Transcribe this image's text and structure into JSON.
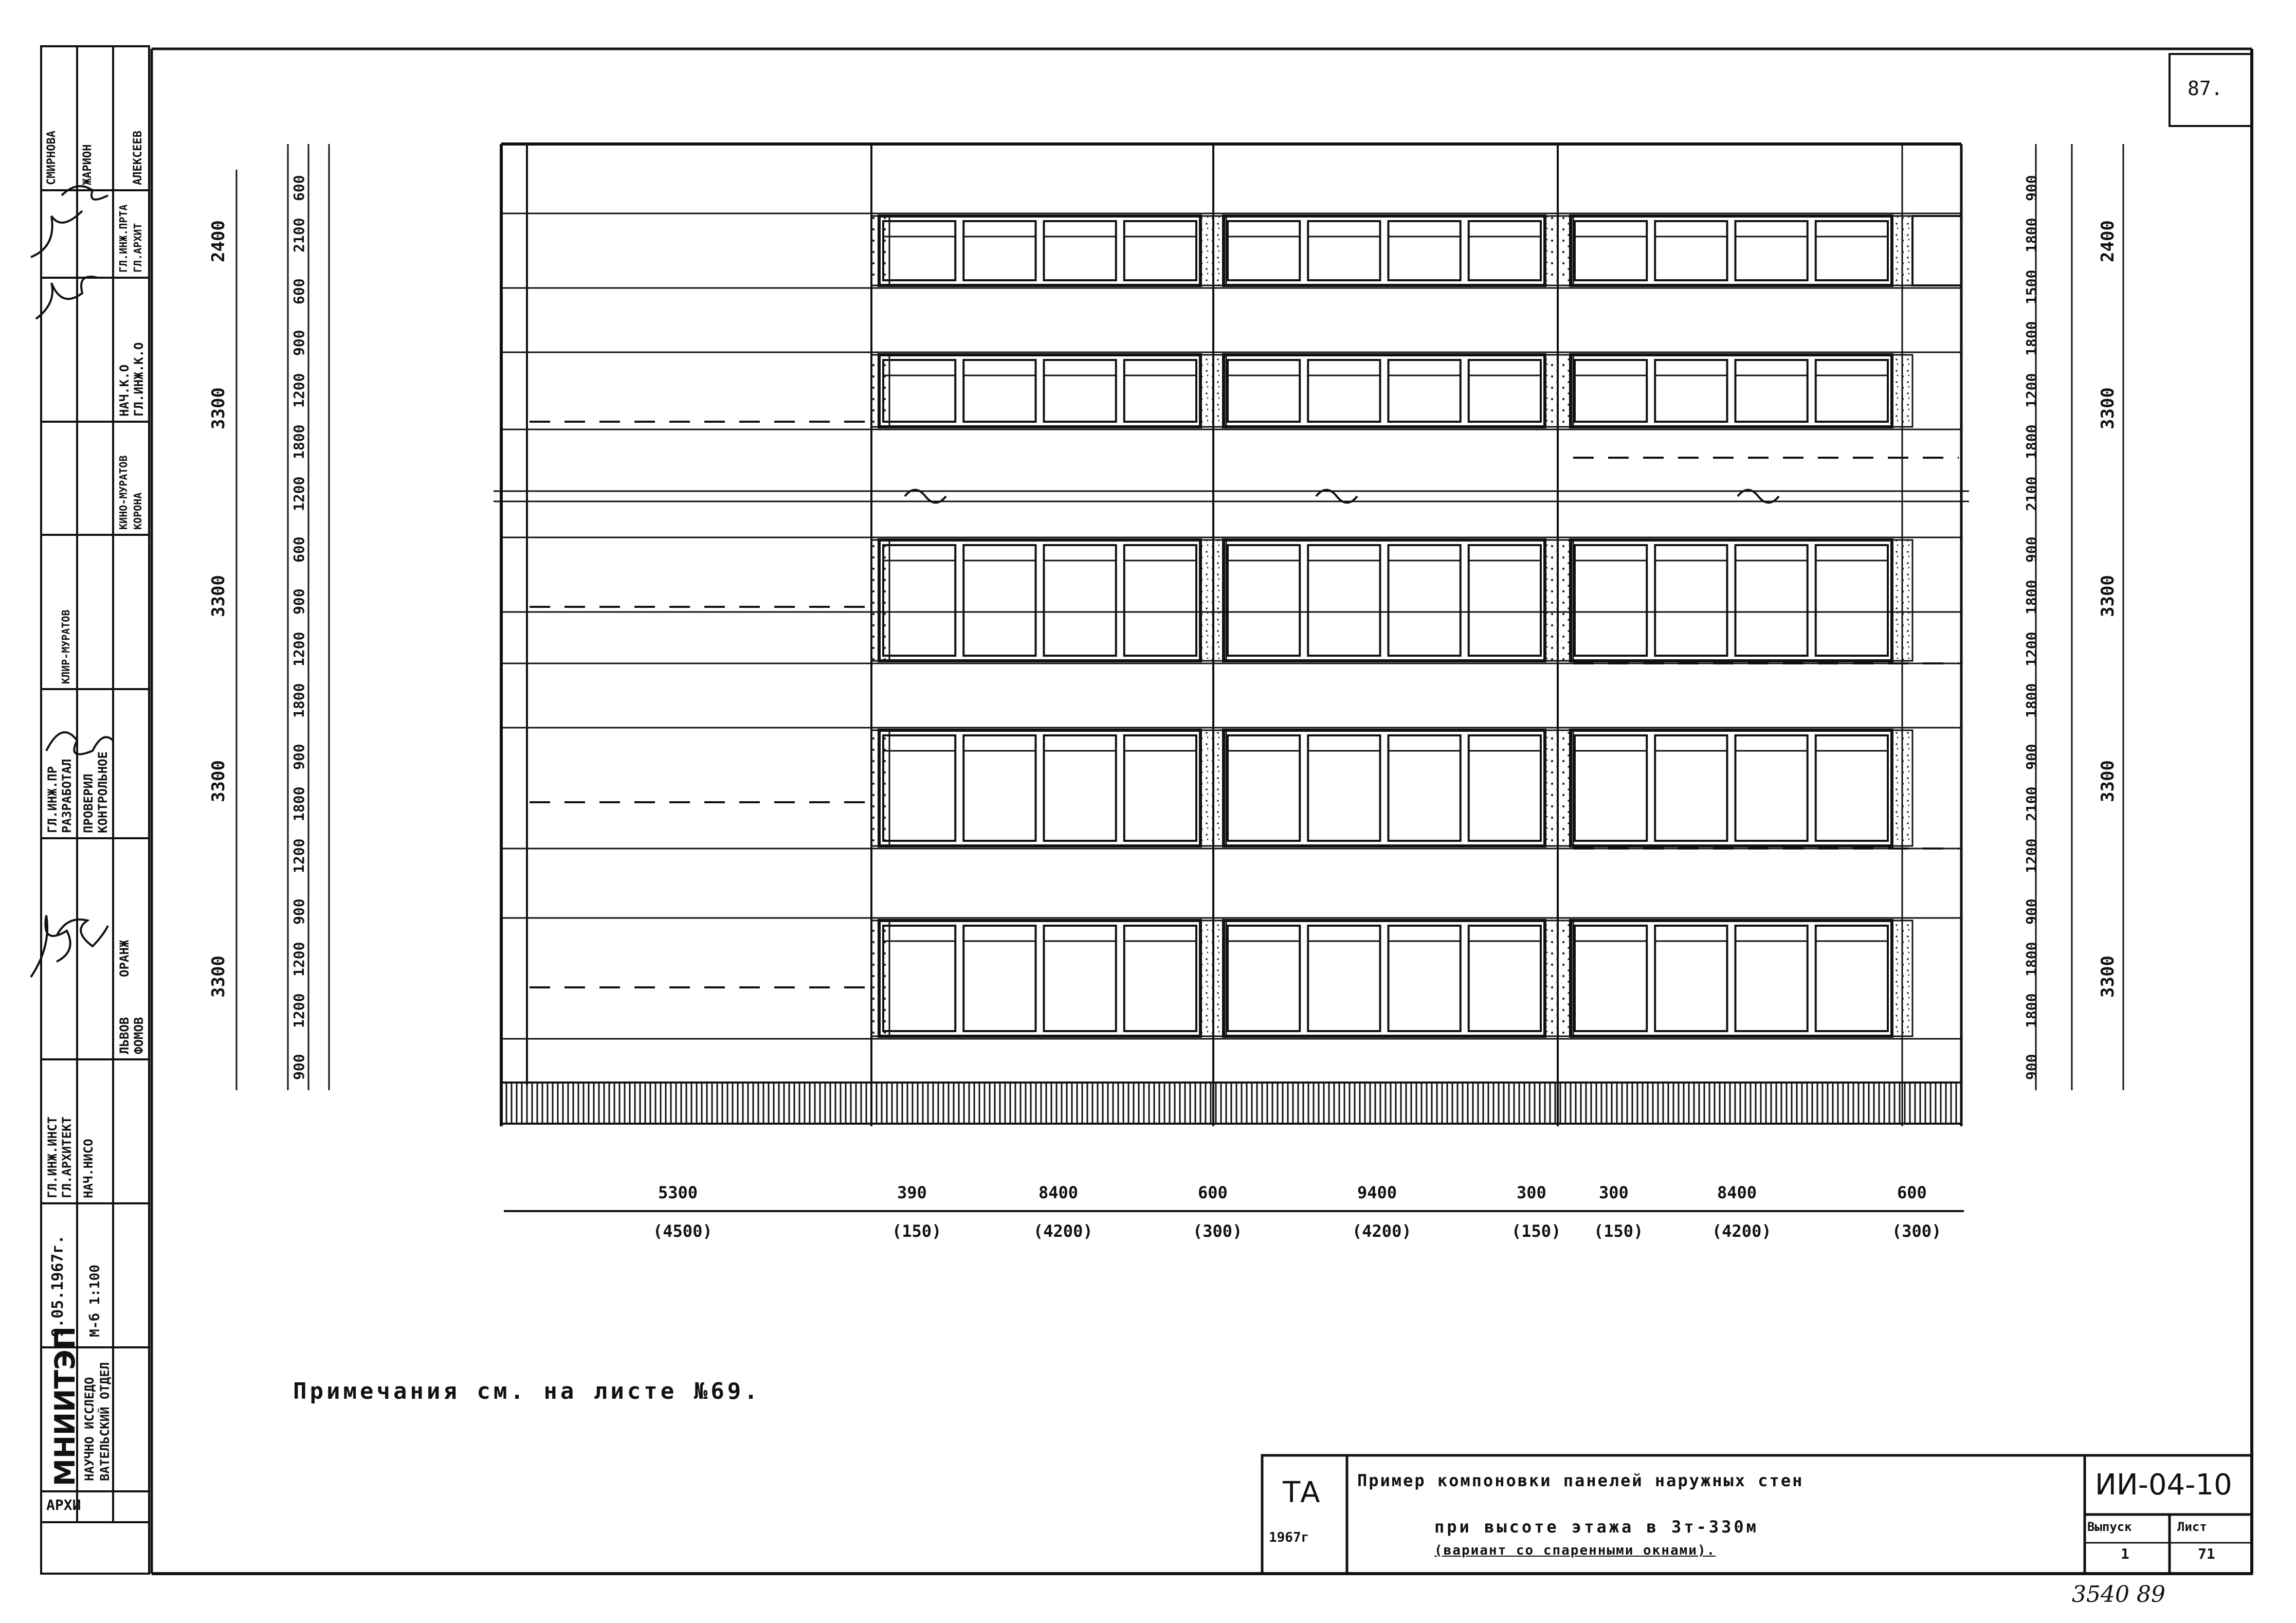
{
  "sheet_number": "87.",
  "note": "Примечания см. на листе №69.",
  "title_block": {
    "ta": "ТА",
    "year": "1967г",
    "title_line1": "Пример компоновки панелей наружных стен",
    "title_line2": "при высоте этажа в 3т-330м",
    "title_line3": "(вариант со спаренными окнами).",
    "code": "ИИ-04-10",
    "issue_label": "Выпуск",
    "issue_value": "1",
    "sheet_label": "Лист",
    "sheet_value": "71",
    "handwritten_number": "3540 89"
  },
  "left_stamp": {
    "org": "МНИИТЭП",
    "dept_line1": "НАУЧНО ИССЛЕДО",
    "dept_line2": "ВАТЕЛЬСКИЙ ОТДЕЛ",
    "date": "9.05.1967г.",
    "scale": "М-б 1:100",
    "archive": "АРХИ",
    "rows": [
      "ГЛ.ИНЖ.ИНСТ",
      "ГЛ.АРХИТЕКТ",
      "НАЧ.НИСО",
      "ГЛ.ИНЖ.ПР",
      "РАЗРАБОТАЛ",
      "ПРОВЕРИЛ",
      "КОНТРОЛЬНОЕ",
      "НАЧ.К.О",
      "ГЛ.ИНЖ.К.О",
      "ГЛ.ИНЖ.ПРТА",
      "ГЛ.АРХИТ"
    ],
    "names": [
      "ЛЬВОВ",
      "ФОМОВ",
      "ОРАНЖ",
      "КИНО-МУРАТОВ",
      "КОРОНА",
      "КЛИР-МУРАТОВ",
      "СМИРНОВА",
      "ЖАРИОН",
      "АЛЕКСЕЕВ"
    ]
  },
  "dims_bottom": [
    {
      "top": "5300",
      "bot": "(4500)"
    },
    {
      "top": "390",
      "bot": "(150)"
    },
    {
      "top": "8400",
      "bot": "(4200)"
    },
    {
      "top": "600",
      "bot": "(300)"
    },
    {
      "top": "9400",
      "bot": "(4200)"
    },
    {
      "top": "300",
      "bot": "(150)"
    },
    {
      "top": "300",
      "bot": "(150)"
    },
    {
      "top": "8400",
      "bot": "(4200)"
    },
    {
      "top": "600",
      "bot": "(300)"
    }
  ],
  "dims_left_overall": [
    "2400",
    "3300",
    "3300",
    "3300",
    "3300"
  ],
  "dims_left_detail": [
    "900",
    "1200",
    "1200",
    "900",
    "1200",
    "1800",
    "900",
    "1800",
    "1200",
    "900",
    "600",
    "1200",
    "1800",
    "1200",
    "900",
    "600",
    "2100",
    "600"
  ],
  "dims_right_overall": [
    "2400",
    "3300",
    "3300",
    "3300",
    "3300"
  ],
  "dims_right_detail": [
    "900",
    "1800",
    "1800",
    "900",
    "1200",
    "2100",
    "900",
    "1800",
    "1200",
    "1800",
    "900",
    "2100",
    "1800",
    "1200",
    "1800",
    "1500",
    "1800",
    "900"
  ]
}
